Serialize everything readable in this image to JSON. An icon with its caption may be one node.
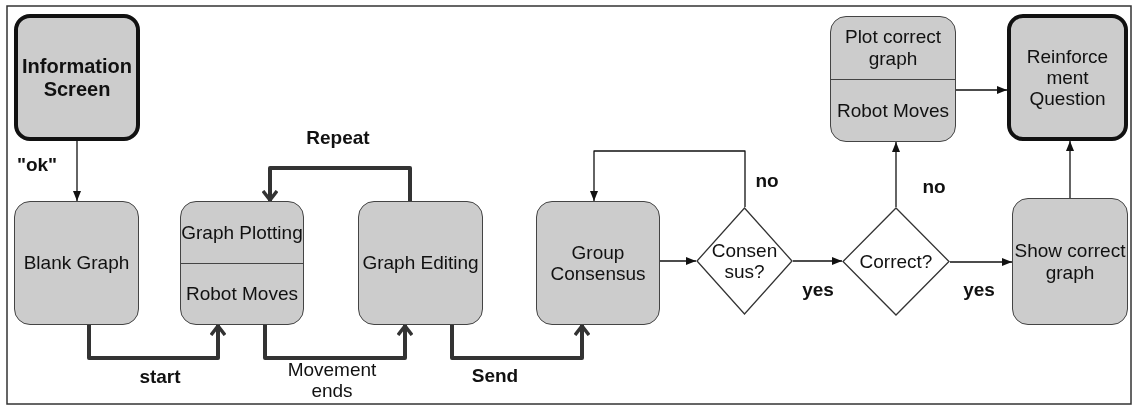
{
  "diagram": {
    "nodes": [
      {
        "text": [
          "Information Screen"
        ]
      },
      {
        "text": [
          "Blank Graph"
        ]
      },
      {
        "text": [
          "Graph Plotting",
          "Robot Moves"
        ]
      },
      {
        "text": [
          "Graph Editing"
        ]
      },
      {
        "text": [
          "Group Consensus"
        ]
      },
      {
        "text": [
          "Consen sus?"
        ]
      },
      {
        "text": [
          "Correct?"
        ]
      },
      {
        "text": [
          "Plot correct graph",
          "Robot Moves"
        ]
      },
      {
        "text": [
          "Reinforce ment Question"
        ]
      },
      {
        "text": [
          "Show correct graph"
        ]
      }
    ],
    "edges": [
      {
        "from": 0,
        "to": 1,
        "arrow": "to",
        "label": "\"ok\""
      },
      {
        "from": 1,
        "to": 2,
        "arrow": "to",
        "label": "start",
        "style": "thick"
      },
      {
        "from": 2,
        "to": 3,
        "arrow": "to",
        "label": "Movement ends",
        "style": "thick"
      },
      {
        "from": 3,
        "to": 2,
        "arrow": "to",
        "label": "Repeat",
        "style": "thick"
      },
      {
        "from": 3,
        "to": 4,
        "arrow": "to",
        "label": "Send",
        "style": "thick"
      },
      {
        "from": 4,
        "to": 5,
        "arrow": "to"
      },
      {
        "from": 5,
        "to": 4,
        "arrow": "to",
        "label": "no"
      },
      {
        "from": 5,
        "to": 6,
        "arrow": "to",
        "label": "yes"
      },
      {
        "from": 6,
        "to": 7,
        "arrow": "to",
        "label": "no"
      },
      {
        "from": 6,
        "to": 9,
        "arrow": "to",
        "label": "yes"
      },
      {
        "from": 7,
        "to": 8,
        "arrow": "to"
      },
      {
        "from": 9,
        "to": 8,
        "arrow": "to"
      }
    ]
  }
}
